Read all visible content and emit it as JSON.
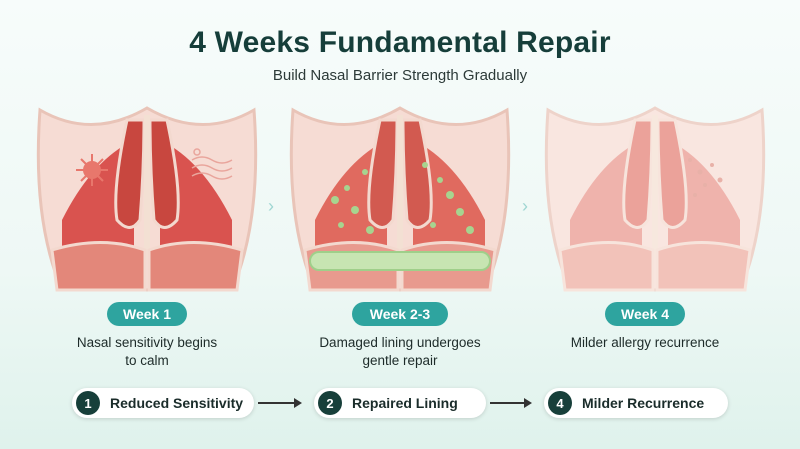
{
  "title": "4 Weeks Fundamental Repair",
  "subtitle": "Build Nasal Barrier Strength Gradually",
  "stages": [
    {
      "week": "Week 1",
      "desc_line1": "Nasal sensitivity begins",
      "desc_line2": "to calm"
    },
    {
      "week": "Week 2-3",
      "desc_line1": "Damaged lining undergoes",
      "desc_line2": "gentle repair"
    },
    {
      "week": "Week 4",
      "desc_line1": "Milder allergy recurrence",
      "desc_line2": ""
    }
  ],
  "steps": [
    {
      "num": "1",
      "label": "Reduced Sensitivity"
    },
    {
      "num": "2",
      "label": "Repaired Lining"
    },
    {
      "num": "4",
      "label": "Milder Recurrence"
    }
  ],
  "colors": {
    "title": "#163e3a",
    "badge": "#2ea49f",
    "step_circle": "#173f3a",
    "tissue_inflamed": "#d9534f",
    "tissue_healing": "#e06a5f",
    "tissue_healthy": "#efb3ac",
    "repair_cells": "#9fcf8a"
  },
  "icons": [
    "virus-icon",
    "irritant-waves-icon",
    "chevron-right-icon"
  ]
}
